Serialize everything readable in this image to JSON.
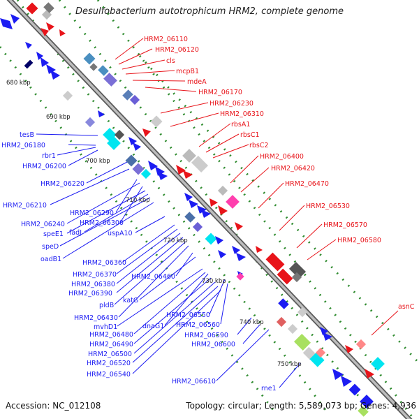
{
  "header": {
    "title": "Desulfobacterium autotrophicum HRM2, complete genome"
  },
  "footer": {
    "accession": "Accession: NC_012108",
    "summary": "Topology: circular; Length: 5,589,073 bp; Genes: 4,936"
  },
  "colors": {
    "forward": "#e8141a",
    "reverse": "#1c1cf2",
    "backbone": "#999999",
    "tick_dots": "#2e8b2e"
  },
  "scale_ticks": [
    "680 kbp",
    "690 kbp",
    "700 kbp",
    "710 kbp",
    "720 kbp",
    "730 kbp",
    "740 kbp",
    "750 kbp"
  ],
  "red_labels": [
    "HRM2_06110",
    "HRM2_06120",
    "cls",
    "mcpB1",
    "mdeA",
    "HRM2_06170",
    "HRM2_06230",
    "HRM2_06310",
    "rbsA1",
    "rbsC1",
    "rbsC2",
    "HRM2_06400",
    "HRM2_06420",
    "HRM2_06470",
    "HRM2_06530",
    "HRM2_06570",
    "HRM2_06580",
    "asnC"
  ],
  "blue_labels": [
    "tesB",
    "HRM2_06180",
    "rbr1",
    "HRM2_06200",
    "HRM2_06220",
    "HRM2_06210",
    "HRM2_06290",
    "HRM2_06240",
    "HRM2_06300",
    "speE1",
    "fadJ",
    "uspA10",
    "speD",
    "oadB1",
    "HRM2_06360",
    "HRM2_06370",
    "HRM2_06460",
    "HRM2_06380",
    "HRM2_06390",
    "katG",
    "pldB",
    "HRM2_06430",
    "HRM2_06550",
    "mvhD1",
    "dnaG1",
    "HRM2_06560",
    "HRM2_06480",
    "HRM2_06590",
    "HRM2_06490",
    "HRM2_06600",
    "HRM2_06500",
    "HRM2_06520",
    "HRM2_06540",
    "HRM2_06610",
    "rne1"
  ]
}
